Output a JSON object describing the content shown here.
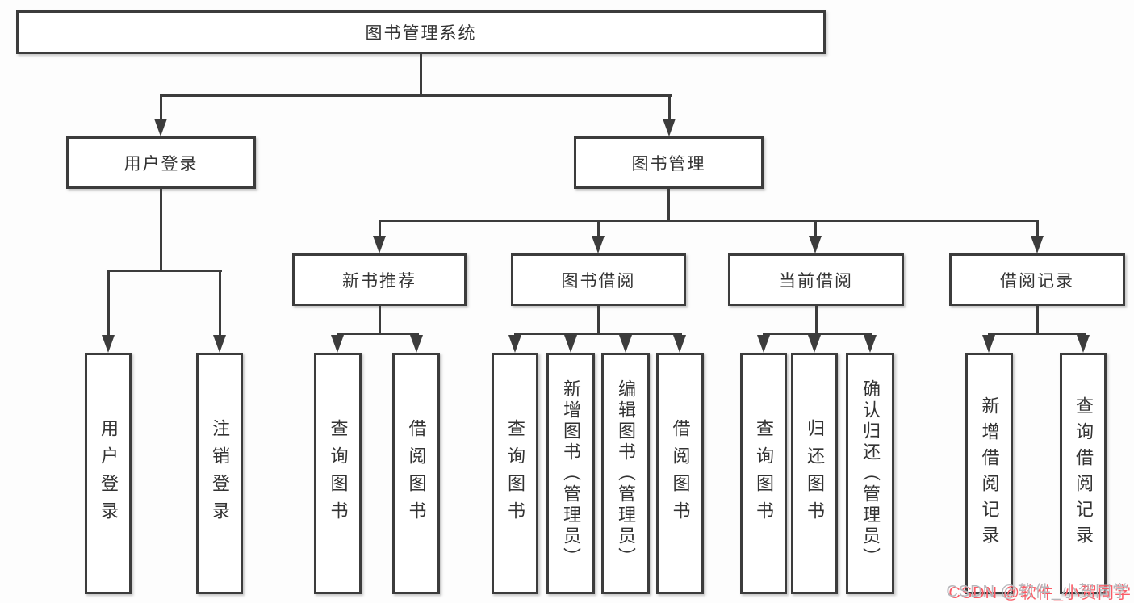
{
  "colors": {
    "stroke": "#3c3c3c",
    "text": "#333333",
    "box-bg": "#ffffff",
    "watermark-gray": "#b7b7bb",
    "watermark-red": "#fb5b66"
  },
  "diagram": {
    "watermark": "CSDN @软件_小贺同学",
    "tree": {
      "label": "图书管理系统",
      "children": [
        {
          "label": "用户登录",
          "children": [
            {
              "label": "用户登录"
            },
            {
              "label": "注销登录"
            }
          ]
        },
        {
          "label": "图书管理",
          "children": [
            {
              "label": "新书推荐",
              "children": [
                {
                  "label": "查询图书"
                },
                {
                  "label": "借阅图书"
                }
              ]
            },
            {
              "label": "图书借阅",
              "children": [
                {
                  "label": "查询图书"
                },
                {
                  "label": "新增图书（管理员）"
                },
                {
                  "label": "编辑图书（管理员）"
                },
                {
                  "label": "借阅图书"
                }
              ]
            },
            {
              "label": "当前借阅",
              "children": [
                {
                  "label": "查询图书"
                },
                {
                  "label": "归还图书"
                },
                {
                  "label": "确认归还（管理员）"
                }
              ]
            },
            {
              "label": "借阅记录",
              "children": [
                {
                  "label": "新增借阅记录"
                },
                {
                  "label": "查询借阅记录"
                }
              ]
            }
          ]
        }
      ]
    }
  }
}
